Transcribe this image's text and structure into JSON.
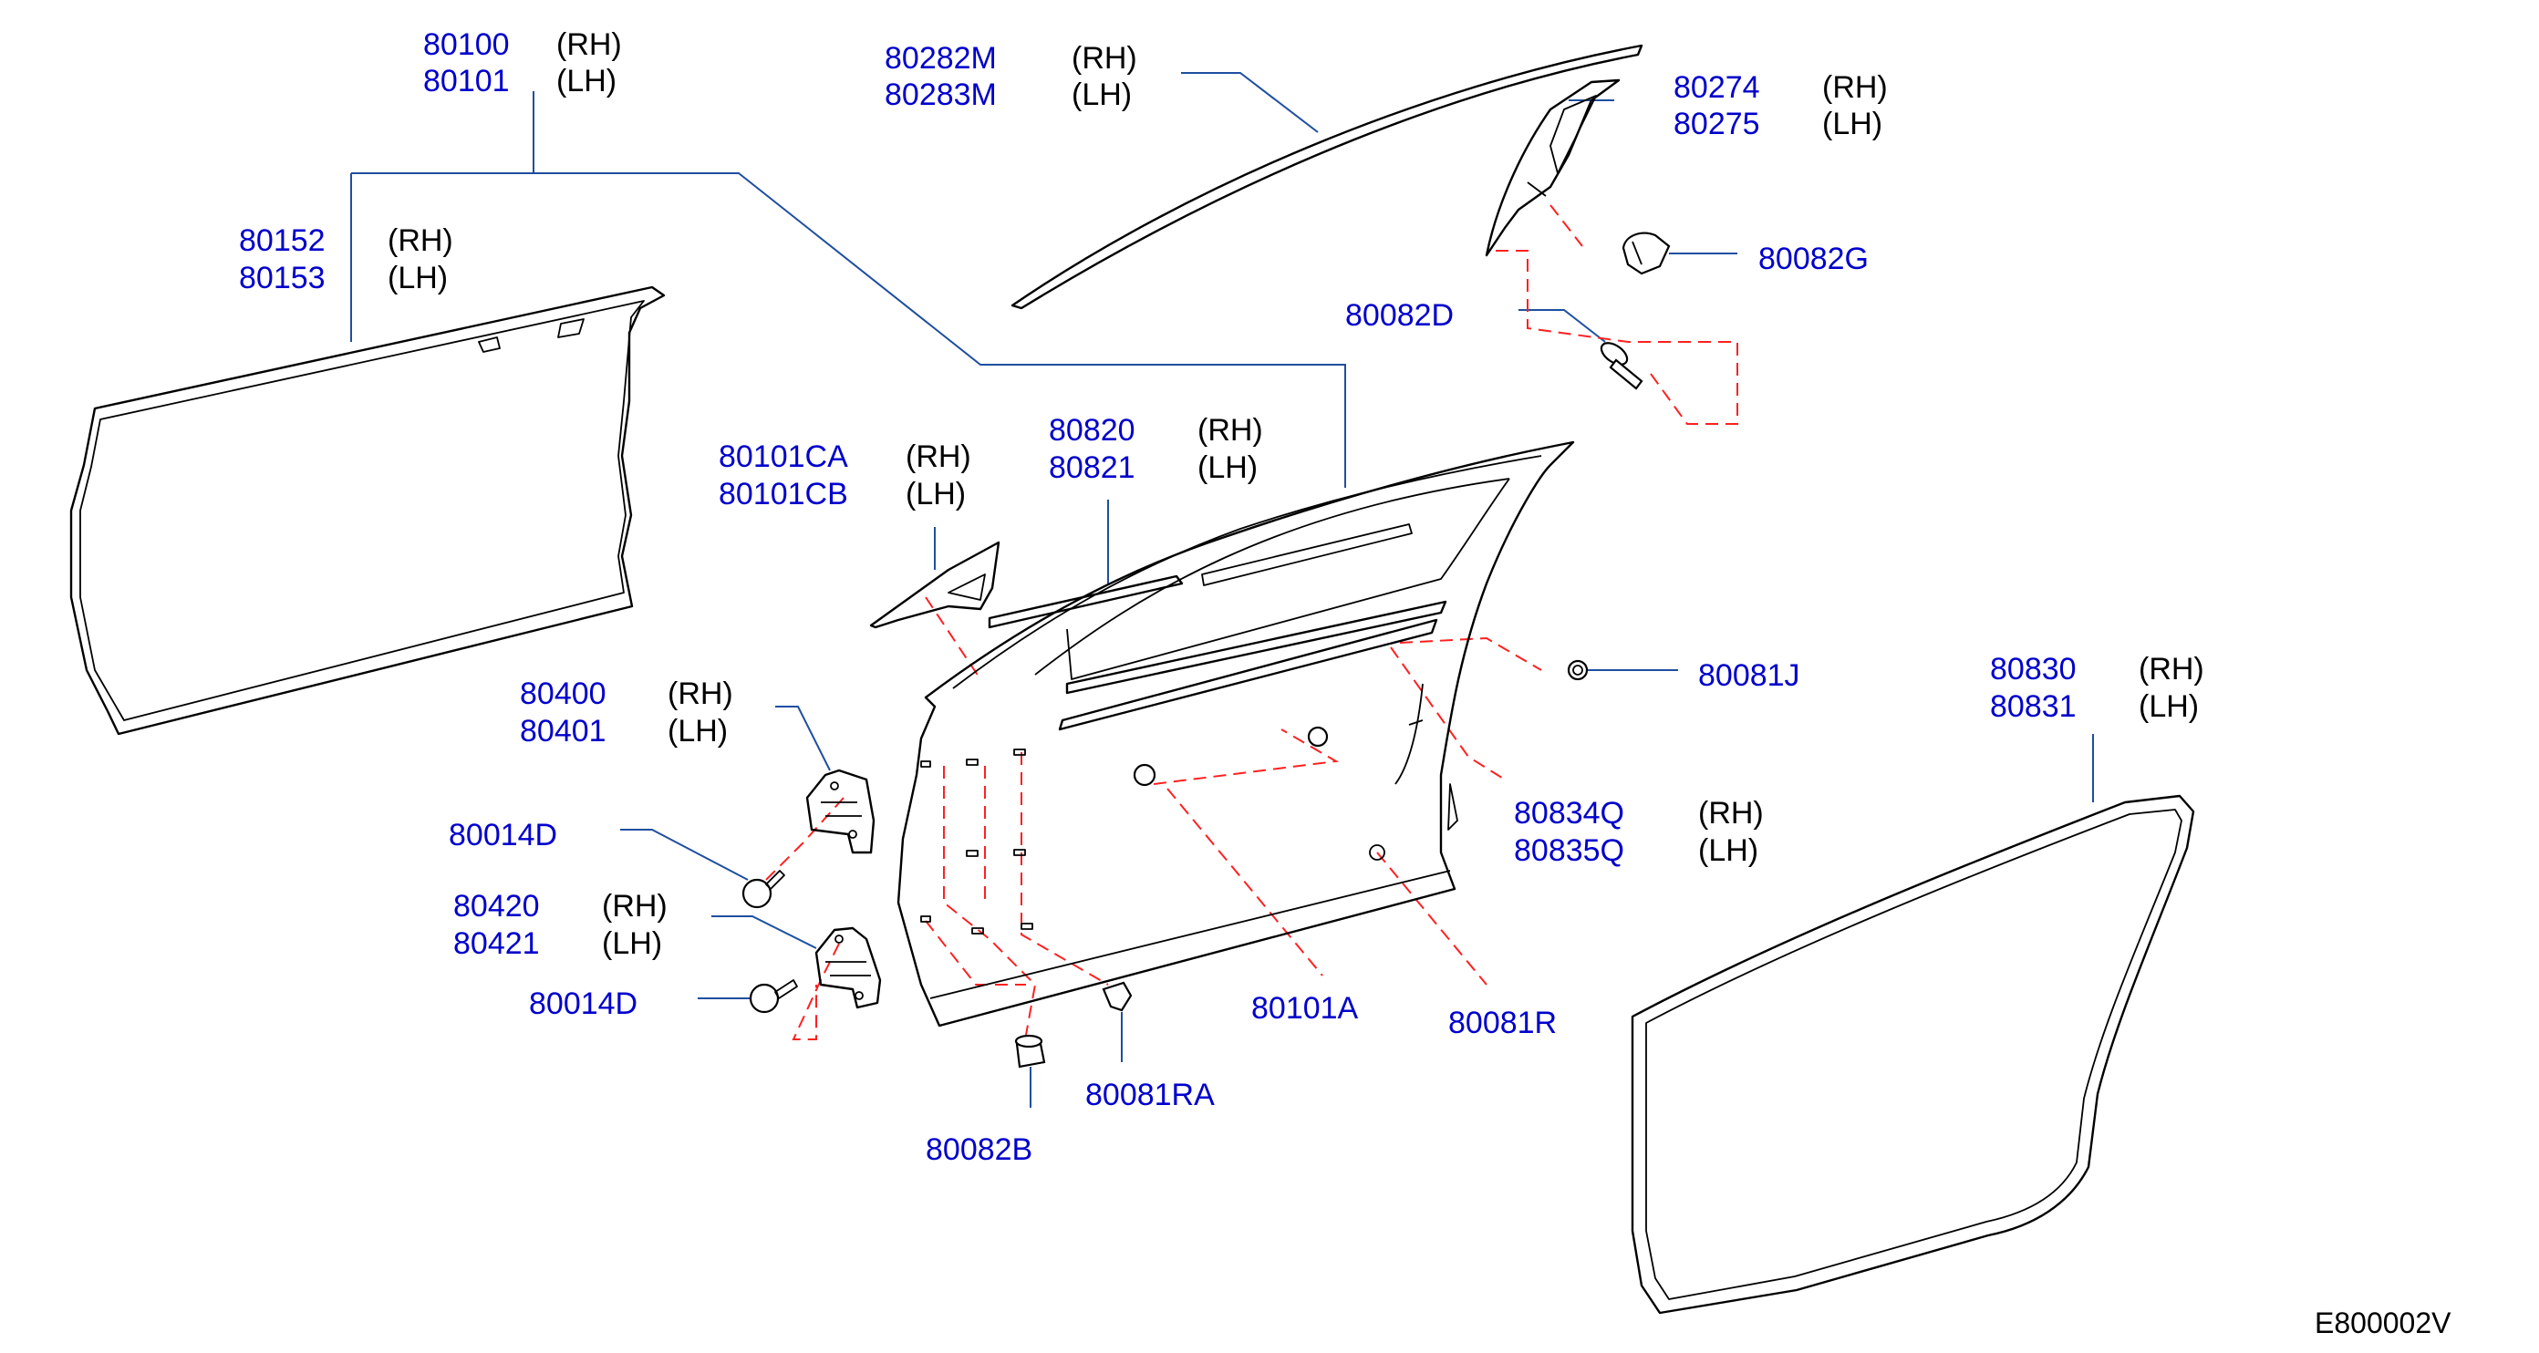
{
  "diagram_code": "E800002V",
  "callouts": [
    {
      "id": "c-80100",
      "part": "80100",
      "side": "(RH)"
    },
    {
      "id": "c-80101",
      "part": "80101",
      "side": "(LH)"
    },
    {
      "id": "c-80152",
      "part": "80152",
      "side": "(RH)"
    },
    {
      "id": "c-80153",
      "part": "80153",
      "side": "(LH)"
    },
    {
      "id": "c-80282M",
      "part": "80282M",
      "side": "(RH)"
    },
    {
      "id": "c-80283M",
      "part": "80283M",
      "side": "(LH)"
    },
    {
      "id": "c-80274",
      "part": "80274",
      "side": "(RH)"
    },
    {
      "id": "c-80275",
      "part": "80275",
      "side": "(LH)"
    },
    {
      "id": "c-80082G",
      "part": "80082G",
      "side": ""
    },
    {
      "id": "c-80082D",
      "part": "80082D",
      "side": ""
    },
    {
      "id": "c-80101CA",
      "part": "80101CA",
      "side": "(RH)"
    },
    {
      "id": "c-80101CB",
      "part": "80101CB",
      "side": "(LH)"
    },
    {
      "id": "c-80820",
      "part": "80820",
      "side": "(RH)"
    },
    {
      "id": "c-80821",
      "part": "80821",
      "side": "(LH)"
    },
    {
      "id": "c-80081J",
      "part": "80081J",
      "side": ""
    },
    {
      "id": "c-80830",
      "part": "80830",
      "side": "(RH)"
    },
    {
      "id": "c-80831",
      "part": "80831",
      "side": "(LH)"
    },
    {
      "id": "c-80400",
      "part": "80400",
      "side": "(RH)"
    },
    {
      "id": "c-80401",
      "part": "80401",
      "side": "(LH)"
    },
    {
      "id": "c-80014D-a",
      "part": "80014D",
      "side": ""
    },
    {
      "id": "c-80834Q",
      "part": "80834Q",
      "side": "(RH)"
    },
    {
      "id": "c-80835Q",
      "part": "80835Q",
      "side": "(LH)"
    },
    {
      "id": "c-80420",
      "part": "80420",
      "side": "(RH)"
    },
    {
      "id": "c-80421",
      "part": "80421",
      "side": "(LH)"
    },
    {
      "id": "c-80014D-b",
      "part": "80014D",
      "side": ""
    },
    {
      "id": "c-80101A",
      "part": "80101A",
      "side": ""
    },
    {
      "id": "c-80081R",
      "part": "80081R",
      "side": ""
    },
    {
      "id": "c-80081RA",
      "part": "80081RA",
      "side": ""
    },
    {
      "id": "c-80082B",
      "part": "80082B",
      "side": ""
    }
  ]
}
